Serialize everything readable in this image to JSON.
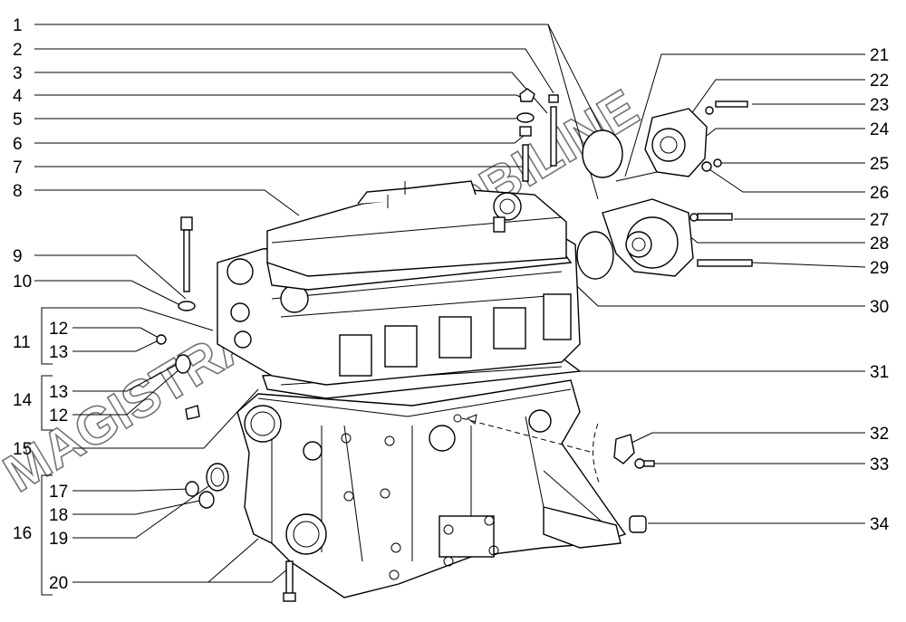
{
  "watermark": "MAGISTRAL-AVTOMOBILINE",
  "callouts_left": [
    "1",
    "2",
    "3",
    "4",
    "5",
    "6",
    "7",
    "8",
    "9",
    "10",
    "11",
    "12",
    "13",
    "13",
    "14",
    "12",
    "15",
    "17",
    "18",
    "16",
    "19",
    "20"
  ],
  "callouts_right": [
    "21",
    "22",
    "23",
    "24",
    "25",
    "26",
    "27",
    "28",
    "29",
    "30",
    "31",
    "32",
    "33",
    "34"
  ]
}
